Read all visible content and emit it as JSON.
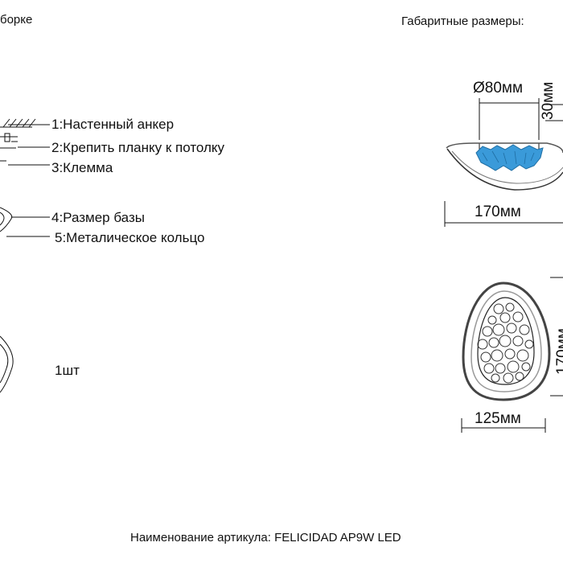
{
  "header": {
    "assembly_title": "борке",
    "dimensions_title": "Габаритные размеры:"
  },
  "parts": [
    {
      "label": "1:Настенный анкер"
    },
    {
      "label": "2:Крепить планку к потолку"
    },
    {
      "label": "3:Клемма"
    },
    {
      "label": "4:Размер базы"
    },
    {
      "label": "5:Металическое кольцо"
    }
  ],
  "quantity": "1шт",
  "dimensions": {
    "diameter": "Ø80мм",
    "height": "30мм",
    "width_side": "170мм",
    "width_front": "125мм",
    "height_front": "170мм"
  },
  "footer": {
    "article": "Наименование артикула: FELICIDAD AP9W LED"
  },
  "colors": {
    "crystal": "#3a9ad9",
    "line": "#111111",
    "shade_outline": "#555555"
  }
}
